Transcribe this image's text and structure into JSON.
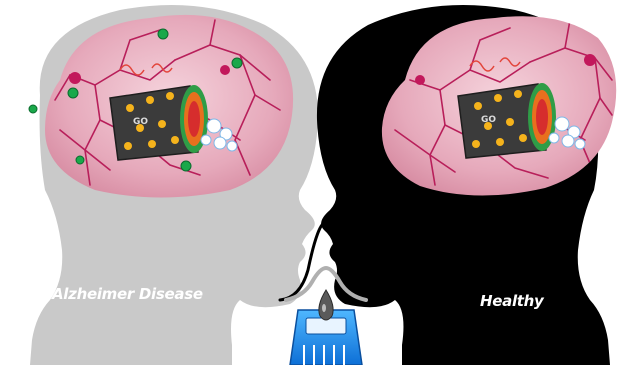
{
  "labels": {
    "left_condition": "Alzheimer Disease",
    "right_condition": "Healthy"
  },
  "icons": {
    "left_head": "alzheimer-head-silhouette",
    "right_head": "healthy-head-silhouette",
    "brain": "brain-neuron-network",
    "sensor": "graphene-oxide-sensor",
    "device": "electrochemical-sensor-device",
    "signal": "bell-curve-signal"
  },
  "colors": {
    "left_head": "#c9c9c9",
    "right_head": "#000000",
    "brain_fill": "#e9b7c5",
    "neuron": "#b81f5a",
    "biomarker": "#1aa84a",
    "sensor_body": "#4a4a4a",
    "device": "#1e90e8"
  }
}
